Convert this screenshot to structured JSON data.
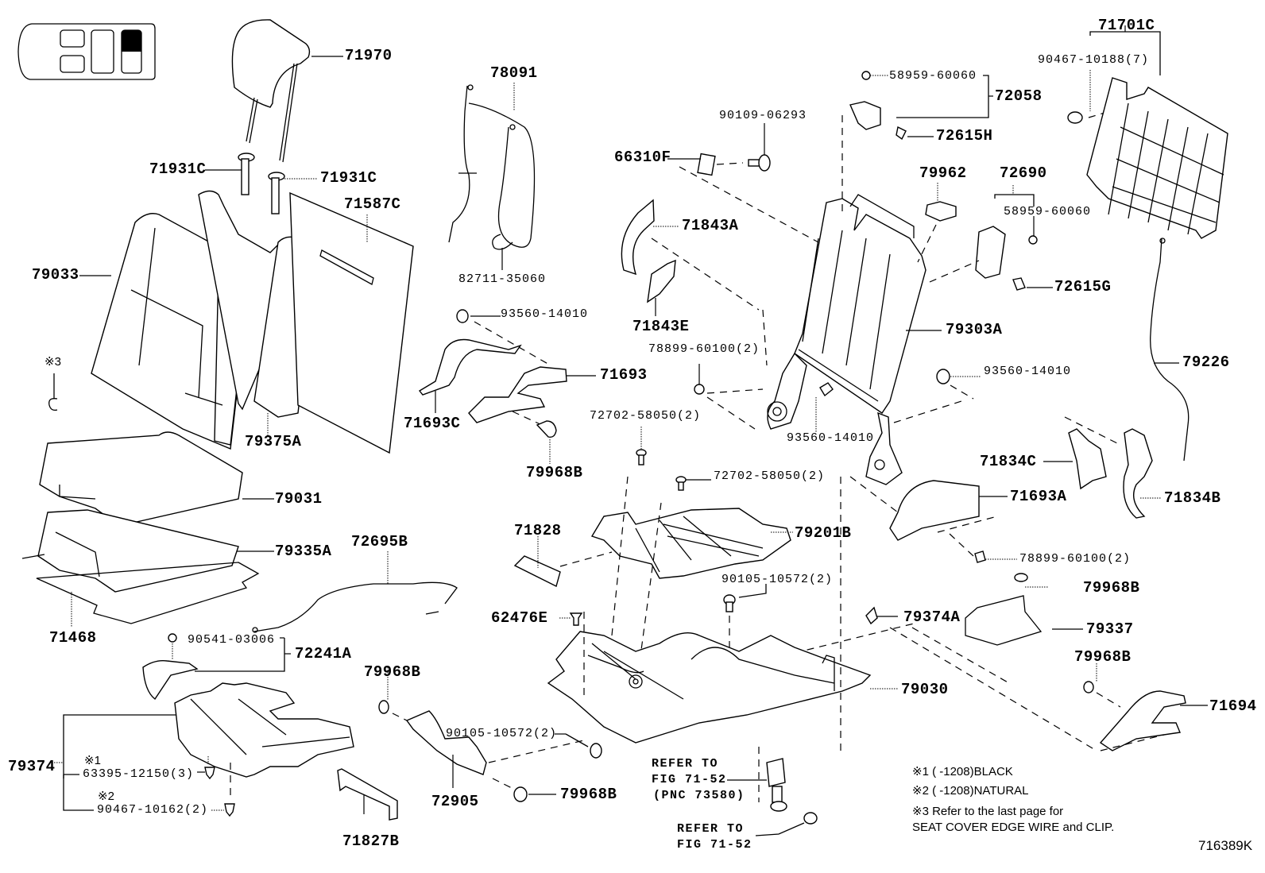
{
  "figure_id": "716389K",
  "vehicle_inset": {
    "icon": "vehicle-seat-row-indicator-icon",
    "highlighted_row": "third-row-right"
  },
  "parts": {
    "p71970": "71970",
    "p71931c_a": "71931C",
    "p71931c_b": "71931C",
    "p71587c": "71587C",
    "p79033": "79033",
    "p79375a": "79375A",
    "p78091": "78091",
    "p82711": "82711-35060",
    "p93560_a": "93560-14010",
    "p71693": "71693",
    "p71693c": "71693C",
    "p79968b_a": "79968B",
    "p66310f": "66310F",
    "p90109": "90109-06293",
    "p71843a": "71843A",
    "p71843e": "71843E",
    "p58959_a": "58959-60060",
    "p72058": "72058",
    "p72615h": "72615H",
    "p79962": "79962",
    "p72690": "72690",
    "p58959_b": "58959-60060",
    "p72615g": "72615G",
    "p71701c": "71701C",
    "p90467_10188": "90467-10188(7)",
    "p79303a": "79303A",
    "p79226": "79226",
    "p78899_a": "78899-60100(2)",
    "p93560_b": "93560-14010",
    "p93560_c": "93560-14010",
    "p72702_a": "72702-58050(2)",
    "p72702_b": "72702-58050(2)",
    "p71834c": "71834C",
    "p71834b": "71834B",
    "p71693a": "71693A",
    "p79031": "79031",
    "p79335a": "79335A",
    "p71468": "71468",
    "p72695b": "72695B",
    "p71828": "71828",
    "p79201b": "79201B",
    "p90105_a": "90105-10572(2)",
    "p62476e": "62476E",
    "p78899_b": "78899-60100(2)",
    "p79968b_b": "79968B",
    "p79374a": "79374A",
    "p79337": "79337",
    "p79968b_c": "79968B",
    "p71694": "71694",
    "p79030": "79030",
    "p90541": "90541-03006",
    "p72241a": "72241A",
    "p79968b_d": "79968B",
    "p79374": "79374",
    "p63395": "63395-12150(3)",
    "p90467_10162": "90467-10162(2)",
    "p71827b": "71827B",
    "p90105_b": "90105-10572(2)",
    "p72905": "72905",
    "p79968b_e": "79968B"
  },
  "markers": {
    "m1": "※1",
    "m2": "※2",
    "m3": "※3"
  },
  "references": {
    "ref1_line1": "REFER TO",
    "ref1_line2": "FIG 71-52",
    "ref1_line3": "(PNC 73580)",
    "ref2_line1": "REFER TO",
    "ref2_line2": "FIG 71-52"
  },
  "notes": {
    "n1": "※1 (      -1208)BLACK",
    "n2": "※2 (      -1208)NATURAL",
    "n3_line1": "※3 Refer to the last page for",
    "n3_line2": "SEAT COVER EDGE WIRE and CLIP."
  }
}
